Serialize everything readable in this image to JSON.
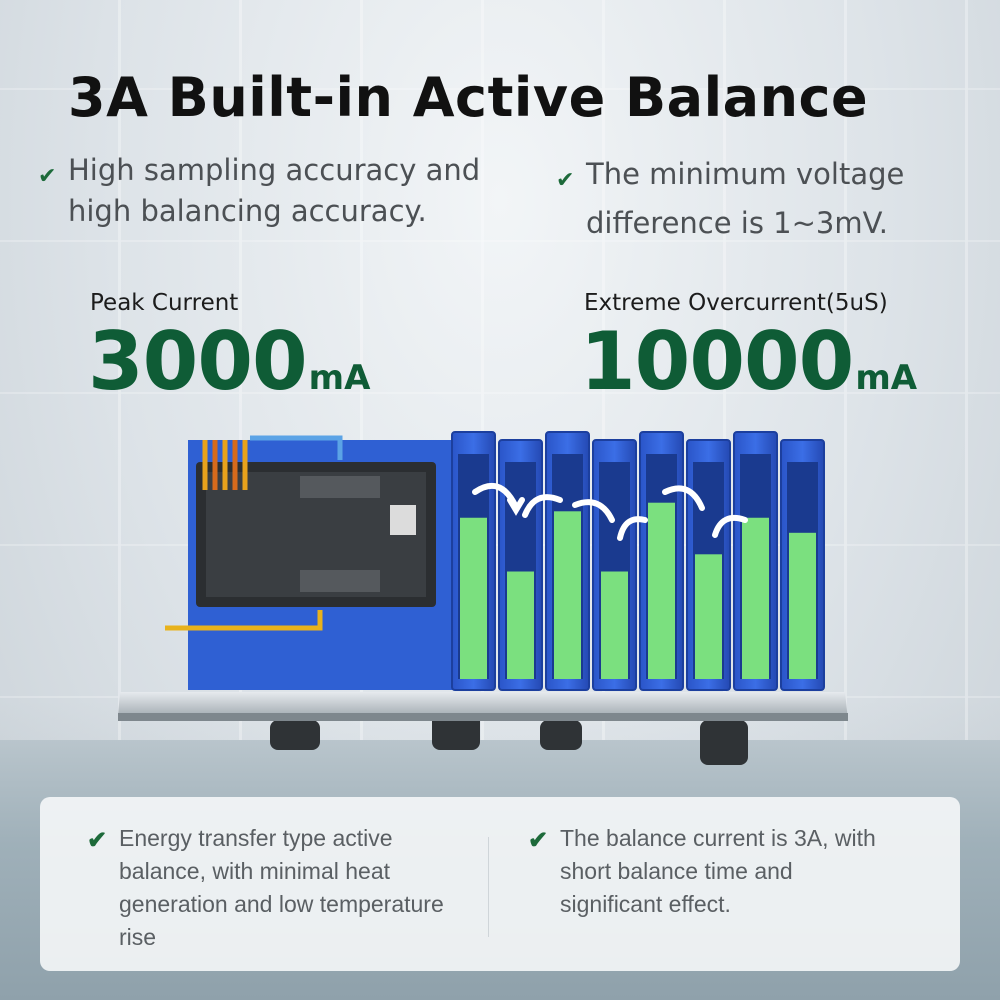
{
  "title": "3A Built-in Active Balance",
  "top_features": [
    {
      "icon": "check-icon",
      "text": "High sampling accuracy and high balancing accuracy."
    },
    {
      "icon": "check-icon",
      "text": "The minimum voltage difference is 1~3mV."
    }
  ],
  "metrics": [
    {
      "label": "Peak Current",
      "value": "3000",
      "unit": "mA"
    },
    {
      "label": "Extreme Overcurrent(5uS)",
      "value": "10000",
      "unit": "mA"
    }
  ],
  "bottom_features": [
    {
      "icon": "check-icon",
      "text": "Energy transfer type active balance, with minimal heat generation and low temperature rise"
    },
    {
      "icon": "check-icon",
      "text": "The balance current is 3A, with short balance time and significant effect."
    }
  ],
  "cell_levels": [
    0.75,
    0.5,
    0.78,
    0.5,
    0.82,
    0.58,
    0.75,
    0.68
  ],
  "colors": {
    "accent_green": "#0f5c36",
    "battery_blue": "#2f5fd6",
    "charge_green": "#7be07f"
  }
}
